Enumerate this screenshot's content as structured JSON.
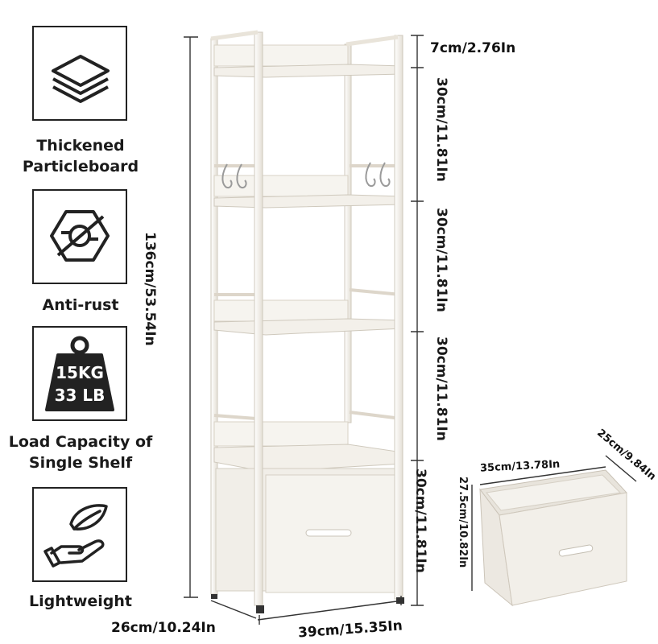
{
  "features": [
    {
      "icon": "layers-icon",
      "label_line1": "Thickened",
      "label_line2": "Particleboard"
    },
    {
      "icon": "anti-rust-hex-icon",
      "label_line1": "Anti-rust",
      "label_line2": ""
    },
    {
      "icon": "weight-icon",
      "label_line1": "Load Capacity of",
      "label_line2": "Single Shelf",
      "weight_kg": "15KG",
      "weight_lb": "33 LB"
    },
    {
      "icon": "leaf-hand-icon",
      "label_line1": "Lightweight",
      "label_line2": ""
    }
  ],
  "dimensions": {
    "total_height": "136cm/53.54In",
    "top_gap": "7cm/2.76In",
    "shelf1": "30cm/11.81In",
    "shelf2": "30cm/11.81In",
    "shelf3": "30cm/11.81In",
    "shelf4": "30cm/11.81In",
    "depth": "26cm/10.24In",
    "width": "39cm/15.35In"
  },
  "drawer": {
    "width": "35cm/13.78In",
    "depth": "25cm/9.84In",
    "height": "27.5cm/10.82In"
  },
  "colors": {
    "frame": "#f3f0ea",
    "frame_edge": "#cfc9bd",
    "fabric": "#f1eee8",
    "ink": "#222222"
  }
}
